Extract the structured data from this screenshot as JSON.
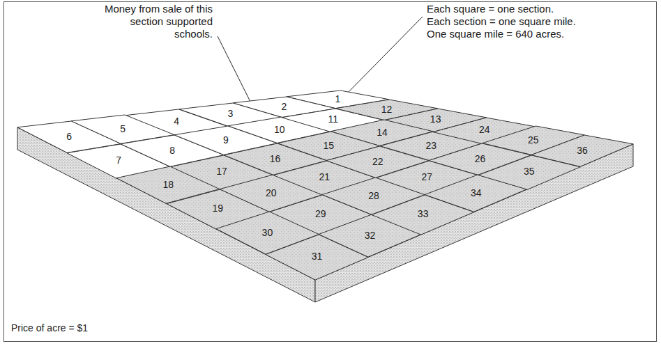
{
  "diagram": {
    "nodes": [
      {
        "text": [
          "1"
        ]
      },
      {
        "text": [
          "2"
        ]
      },
      {
        "text": [
          "3"
        ]
      },
      {
        "text": [
          "4"
        ]
      },
      {
        "text": [
          "5"
        ]
      },
      {
        "text": [
          "6"
        ]
      },
      {
        "text": [
          "7"
        ]
      },
      {
        "text": [
          "8"
        ]
      },
      {
        "text": [
          "9"
        ]
      },
      {
        "text": [
          "10"
        ]
      },
      {
        "text": [
          "11"
        ]
      },
      {
        "text": [
          "12"
        ]
      },
      {
        "text": [
          "13"
        ]
      },
      {
        "text": [
          "14"
        ]
      },
      {
        "text": [
          "15"
        ]
      },
      {
        "text": [
          "16"
        ]
      },
      {
        "text": [
          "17"
        ]
      },
      {
        "text": [
          "18"
        ]
      },
      {
        "text": [
          "19"
        ]
      },
      {
        "text": [
          "20"
        ]
      },
      {
        "text": [
          "21"
        ]
      },
      {
        "text": [
          "22"
        ]
      },
      {
        "text": [
          "23"
        ]
      },
      {
        "text": [
          "24"
        ]
      },
      {
        "text": [
          "25"
        ]
      },
      {
        "text": [
          "26"
        ]
      },
      {
        "text": [
          "27"
        ]
      },
      {
        "text": [
          "28"
        ]
      },
      {
        "text": [
          "29"
        ]
      },
      {
        "text": [
          "30"
        ]
      },
      {
        "text": [
          "31"
        ]
      },
      {
        "text": [
          "32"
        ]
      },
      {
        "text": [
          "33"
        ]
      },
      {
        "text": [
          "34"
        ]
      },
      {
        "text": [
          "35"
        ]
      },
      {
        "text": [
          "36"
        ]
      }
    ],
    "labels": [
      "Money from sale of this section supported schools.",
      "Each square = one section.",
      "Each section = one square mile.",
      "One square mile = 640 acres.",
      "Price of acre = $1"
    ]
  }
}
